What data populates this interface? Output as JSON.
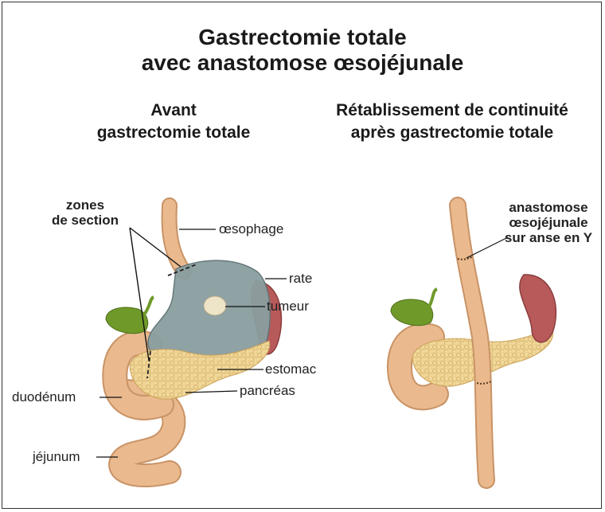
{
  "title": {
    "line1": "Gastrectomie totale",
    "line2": "avec anastomose œsojéjunale"
  },
  "panels": {
    "before": {
      "line1": "Avant",
      "line2": "gastrectomie totale"
    },
    "after": {
      "line1": "Rétablissement de continuité",
      "line2": "après gastrectomie totale"
    }
  },
  "labels": {
    "section_zones": {
      "line1": "zones",
      "line2": "de section"
    },
    "esophagus": "œsophage",
    "spleen": "rate",
    "tumor": "tumeur",
    "stomach": "estomac",
    "pancreas": "pancréas",
    "duodenum": "duodénum",
    "jejunum": "jéjunum",
    "anastomosis": {
      "line1": "anastomose",
      "line2": "œsojéjunale",
      "line3": "sur anse en Y"
    }
  },
  "colors": {
    "intestine": "#eab98e",
    "stomach": "#8a9ea0",
    "spleen": "#b85a5a",
    "gallbladder": "#6f9a2a",
    "pancreas": "#f0d79a",
    "tumor": "#eee4c8"
  }
}
